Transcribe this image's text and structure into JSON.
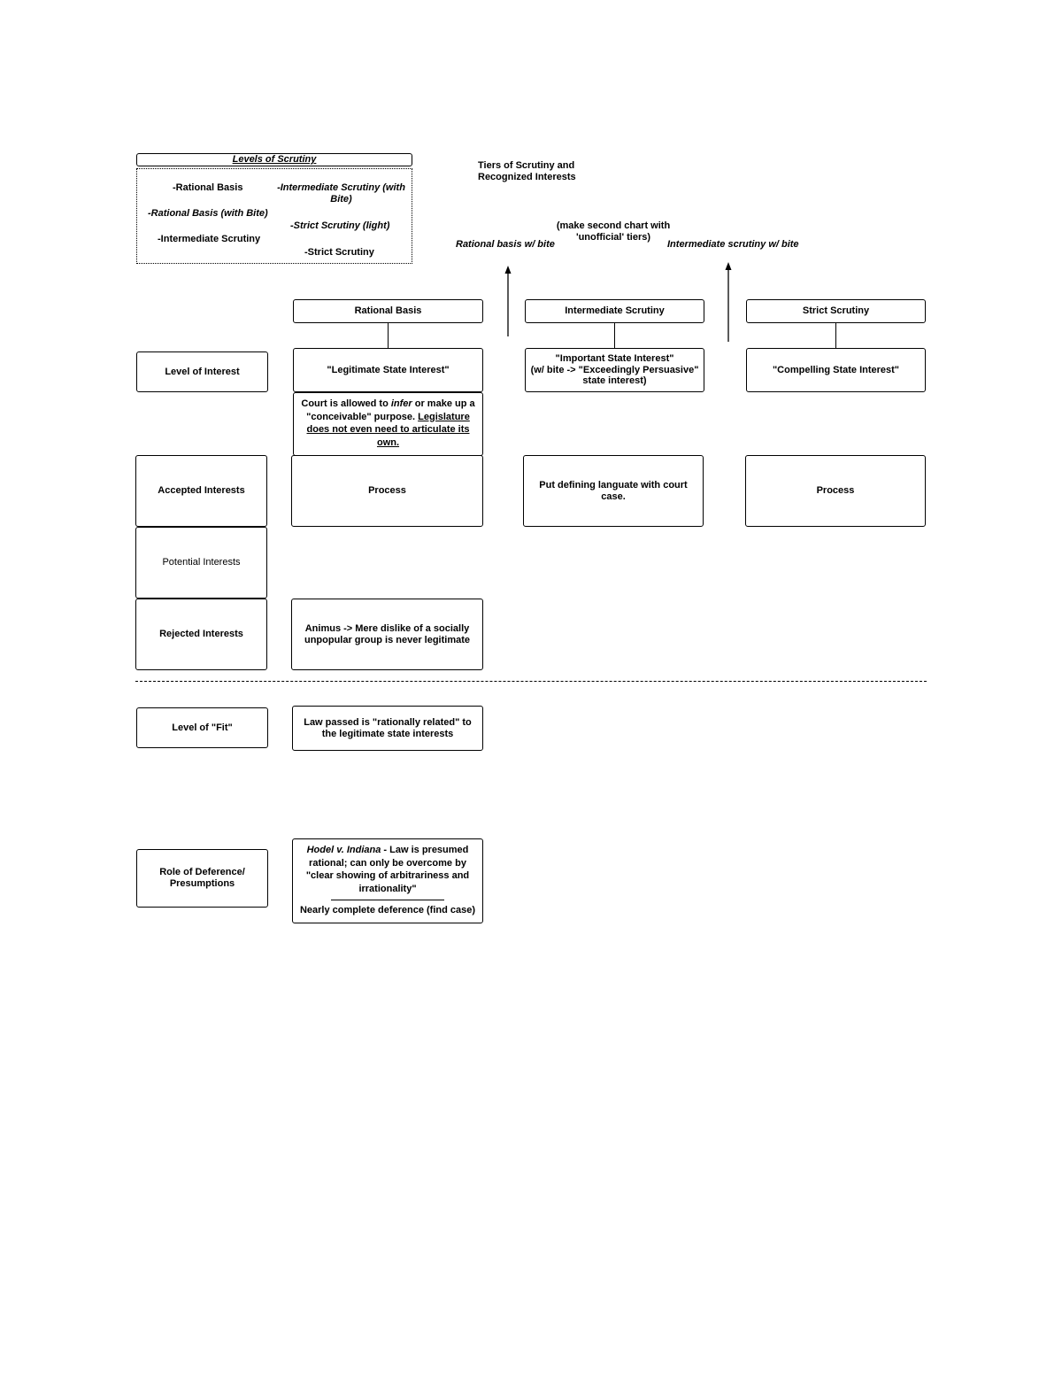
{
  "legend": {
    "title": "Levels of Scrutiny",
    "items": {
      "rational_basis": "-Rational Basis",
      "rational_basis_bite": "-Rational Basis (with Bite)",
      "intermediate": "-Intermediate Scrutiny",
      "intermediate_bite": "-Intermediate Scrutiny (with Bite)",
      "strict_light": "-Strict Scrutiny (light)",
      "strict": "-Strict Scrutiny"
    }
  },
  "title": {
    "line1": "Tiers of Scrutiny and",
    "line2": "Recognized Interests"
  },
  "note": {
    "line1": "(make second chart with",
    "line2": "'unofficial' tiers)"
  },
  "arrows": {
    "rational_bite": "Rational basis w/ bite",
    "intermediate_bite": "Intermediate scrutiny w/ bite"
  },
  "columns": {
    "rational": "Rational Basis",
    "intermediate": "Intermediate Scrutiny",
    "strict": "Strict Scrutiny"
  },
  "rows": {
    "level_of_interest": "Level of Interest",
    "accepted": "Accepted Interests",
    "potential": "Potential Interests",
    "rejected": "Rejected Interests",
    "level_of_fit": "Level of \"Fit\"",
    "deference_line1": "Role of Deference/",
    "deference_line2": "Presumptions"
  },
  "cells": {
    "rational_interest": "\"Legitimate State Interest\"",
    "intermediate_interest_line1": "\"Important State Interest\"",
    "intermediate_interest_line2": "(w/ bite -> \"Exceedingly Persuasive\"",
    "intermediate_interest_line3": "state interest)",
    "strict_interest": "\"Compelling State Interest\"",
    "rational_note_a": "Court is allowed to ",
    "rational_note_b": "infer",
    "rational_note_c": " or make up a \"conceivable\" purpose. ",
    "rational_note_d": "Legislature does not even need to articulate its own.",
    "rational_accepted": "Process",
    "intermediate_accepted": "Put defining languate with court case.",
    "strict_accepted": "Process",
    "rational_rejected": "Animus -> Mere dislike of a socially unpopular group is never legitimate",
    "rational_fit": "Law passed is \"rationally related\" to the legitimate state interests",
    "deference_case": "Hodel v. Indiana",
    "deference_text": " - Law is presumed rational; can only be overcome by \"clear showing of arbitrariness and irrationality\"",
    "deference_bottom": "Nearly complete deference (find case)"
  }
}
